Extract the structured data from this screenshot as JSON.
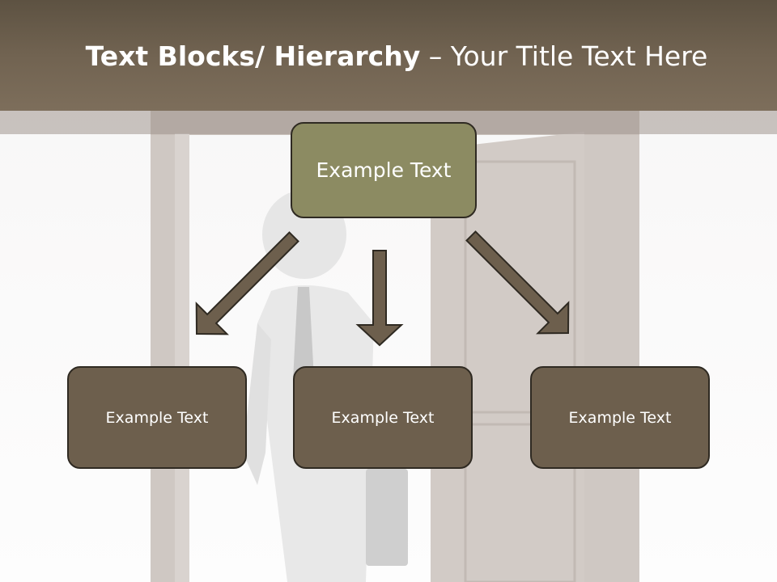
{
  "title": {
    "bold": "Text Blocks/ Hierarchy",
    "dash": " – ",
    "rest": "Your Title Text Here"
  },
  "diagram": {
    "top": "Example Text",
    "children": [
      "Example Text",
      "Example Text",
      "Example Text"
    ]
  },
  "colors": {
    "title_bar": "#716351",
    "top_box": "#8c8b62",
    "child_box": "#6d5f4d",
    "arrow": "#6d5f4d"
  }
}
